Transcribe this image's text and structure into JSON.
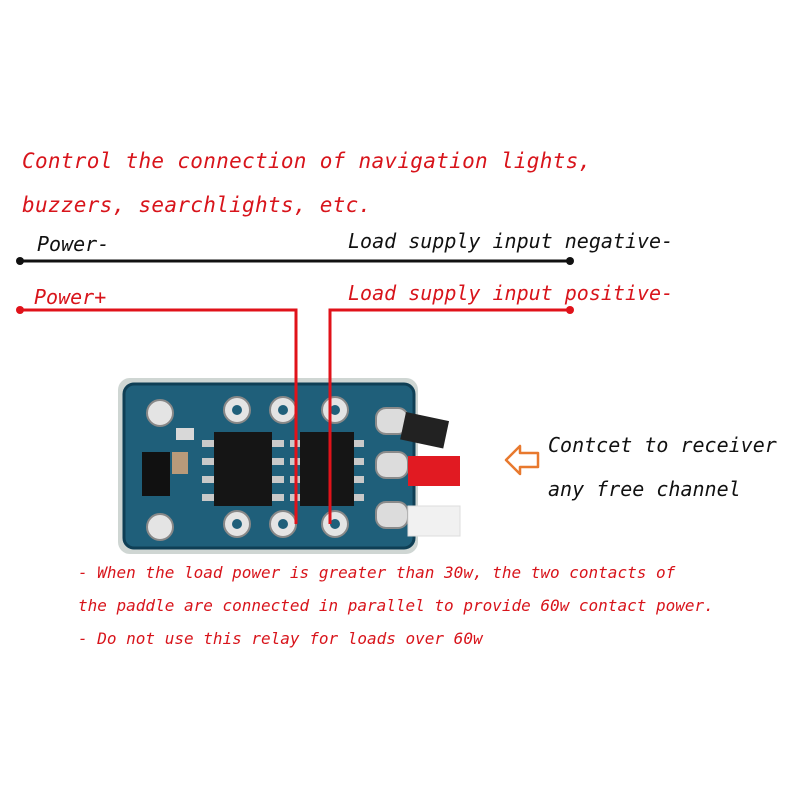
{
  "heading": {
    "line1": "Control the connection of navigation lights,",
    "line2": "buzzers, searchlights, etc."
  },
  "labels": {
    "power_neg": "Power-",
    "power_pos": "Power+",
    "load_neg": "Load supply input negative-",
    "load_pos": "Load supply input positive-"
  },
  "side_note": {
    "line1": "Contcet to receiver",
    "line2": "any free channel",
    "arrow_icon": "left-arrow-icon"
  },
  "notes": [
    "- When the load power is greater than 30w, the two contacts of",
    "the paddle are connected in parallel to provide 60w contact power.",
    "- Do not use this relay for loads over 60w"
  ],
  "colors": {
    "text_red": "#d8141b",
    "wire_red": "#e0121a",
    "wire_black": "#111111",
    "pcb": "#1f5f7a",
    "arrow": "#e8792e"
  }
}
